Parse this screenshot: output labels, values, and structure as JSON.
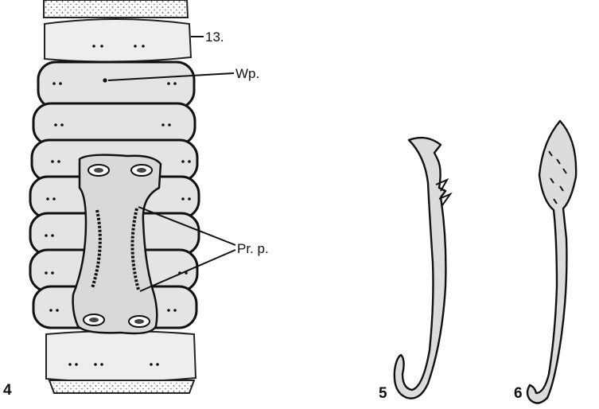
{
  "figure_labels": {
    "fig4": "4",
    "fig5": "5",
    "fig6": "6"
  },
  "annotations": {
    "segment13": "13.",
    "wp": "Wp.",
    "prp": "Pr. p."
  }
}
